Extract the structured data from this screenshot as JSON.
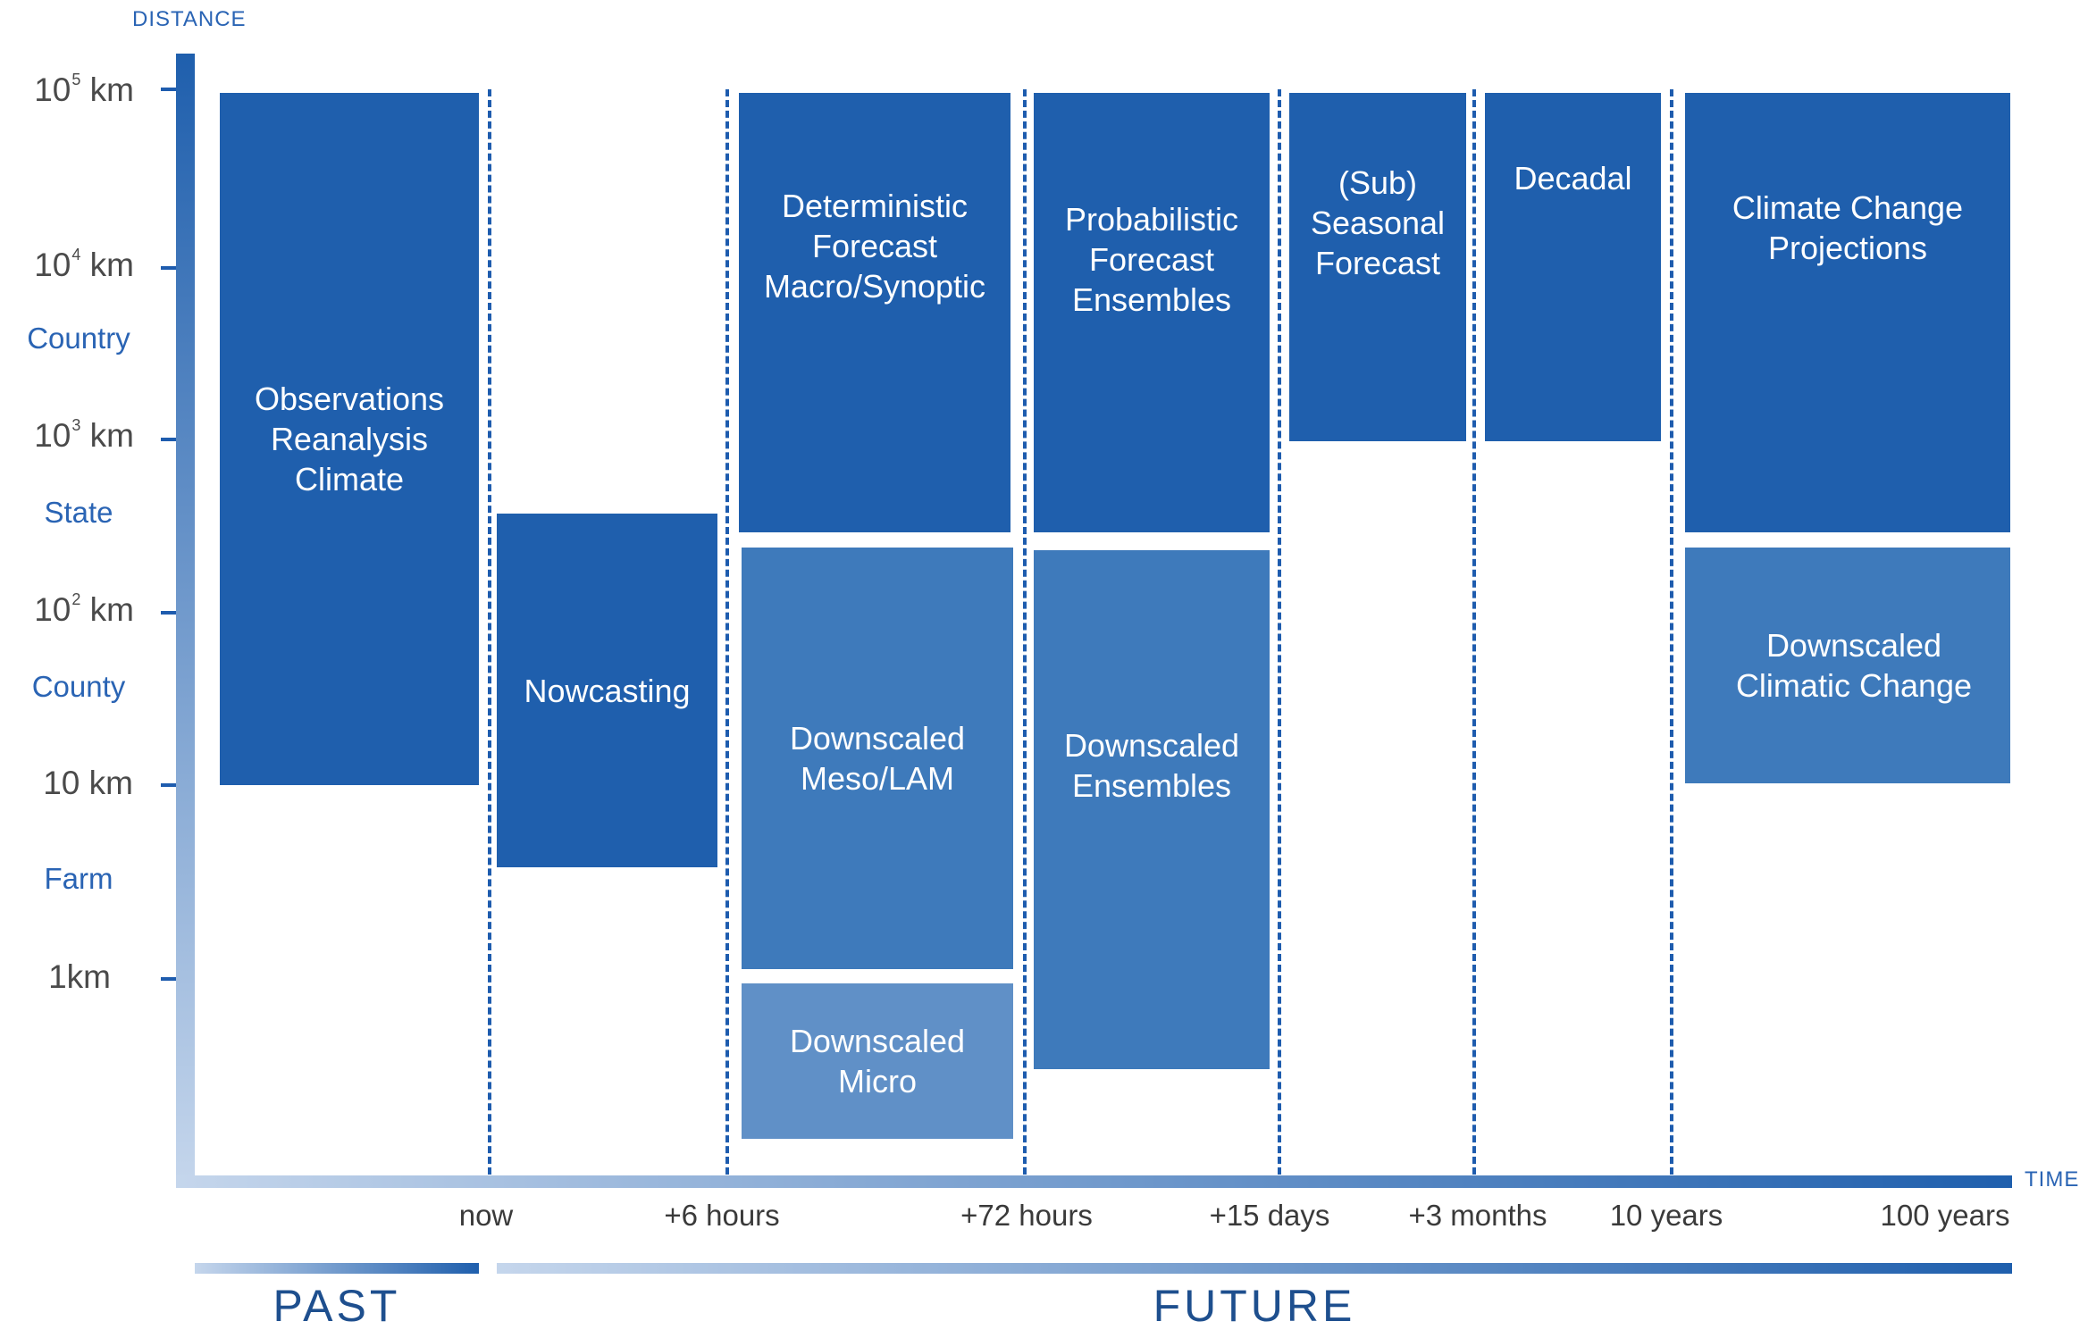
{
  "axes": {
    "y_title": "DISTANCE",
    "x_title": "TIME"
  },
  "y_ticks": [
    {
      "base": "10",
      "exp": "5",
      "unit": "km"
    },
    {
      "base": "10",
      "exp": "4",
      "unit": "km"
    },
    {
      "base": "10",
      "exp": "3",
      "unit": "km"
    },
    {
      "base": "10",
      "exp": "2",
      "unit": "km"
    },
    {
      "base": "10 km",
      "exp": "",
      "unit": ""
    },
    {
      "base": "1km",
      "exp": "",
      "unit": ""
    }
  ],
  "regions": [
    "Country",
    "State",
    "County",
    "Farm"
  ],
  "x_ticks": [
    "now",
    "+6 hours",
    "+72 hours",
    "+15 days",
    "+3 months",
    "10 years",
    "100 years"
  ],
  "boxes": [
    "Observations\nReanalysis\nClimate",
    "Nowcasting",
    "Deterministic\nForecast\nMacro/Synoptic",
    "Downscaled\nMeso/LAM",
    "Downscaled\nMicro",
    "Probabilistic\nForecast\nEnsembles",
    "Downscaled\nEnsembles",
    "(Sub)\nSeasonal\nForecast",
    "Decadal",
    "Climate Change\nProjections",
    "Downscaled\nClimatic Change"
  ],
  "eras": {
    "past": "PAST",
    "future": "FUTURE"
  },
  "colors": {
    "primary": "#1f5fad",
    "secondary": "#3e7abb",
    "tertiary": "#6090c7",
    "axis_light": "#c5d6ec"
  }
}
